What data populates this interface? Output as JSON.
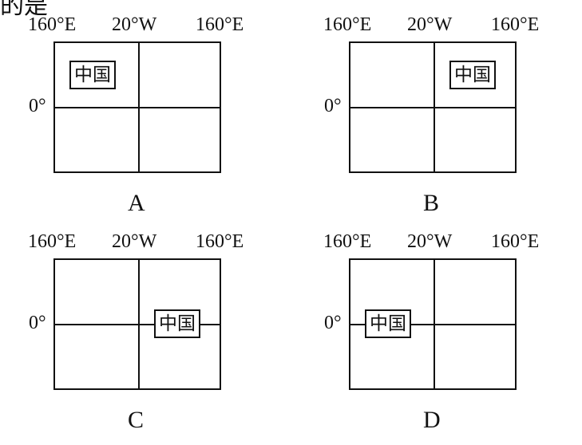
{
  "header_fragment": "的是",
  "panels": [
    {
      "id": "A",
      "lon_left": "160°E",
      "lon_mid": "20°W",
      "lon_right": "160°E",
      "lat_label": "0°",
      "tag": "中国",
      "caption": "A"
    },
    {
      "id": "B",
      "lon_left": "160°E",
      "lon_mid": "20°W",
      "lon_right": "160°E",
      "lat_label": "0°",
      "tag": "中国",
      "caption": "B"
    },
    {
      "id": "C",
      "lon_left": "160°E",
      "lon_mid": "20°W",
      "lon_right": "160°E",
      "lat_label": "0°",
      "tag": "中国",
      "caption": "C"
    },
    {
      "id": "D",
      "lon_left": "160°E",
      "lon_mid": "20°W",
      "lon_right": "160°E",
      "lat_label": "0°",
      "tag": "中国",
      "caption": "D"
    }
  ]
}
